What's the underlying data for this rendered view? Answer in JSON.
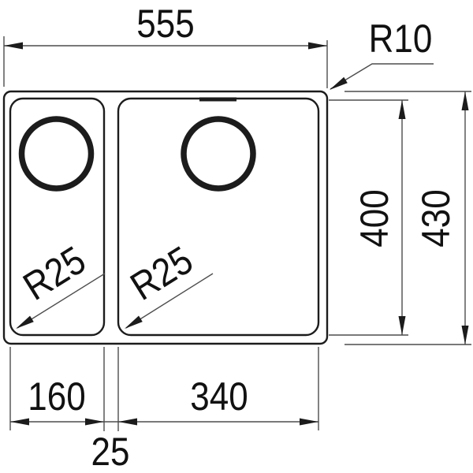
{
  "drawing": {
    "type": "sink-dimension-diagram",
    "colors": {
      "background": "#ffffff",
      "outline": "#1c1c1c",
      "dimension_lines": "#4d4d4d",
      "text": "#111111"
    }
  },
  "dimensions": {
    "overall_width": {
      "label": "555"
    },
    "corner_radius": {
      "label": "R10"
    },
    "bowl_depth": {
      "label": "400"
    },
    "overall_depth": {
      "label": "430"
    },
    "left_bowl_width": {
      "label": "160"
    },
    "right_bowl_width": {
      "label": "340"
    },
    "divider_width": {
      "label": "25"
    },
    "left_bowl_corner_radius": {
      "label": "R25"
    },
    "right_bowl_corner_radius": {
      "label": "R25"
    }
  }
}
